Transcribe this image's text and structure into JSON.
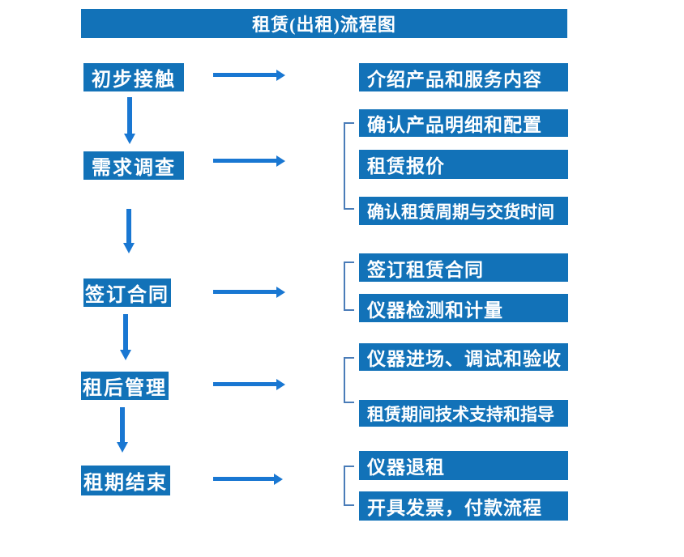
{
  "colors": {
    "primary": "#1272B8",
    "arrow": "#1977D2",
    "bracket": "#4A7CB8",
    "textOnPrimary": "#FFFFFF",
    "background": "#FFFFFF"
  },
  "title": "租赁(出租)流程图",
  "stages": [
    {
      "label": "初步接触",
      "details": [
        "介绍产品和服务内容"
      ]
    },
    {
      "label": "需求调查",
      "details": [
        "确认产品明细和配置",
        "租赁报价",
        "确认租赁周期与交货时间"
      ]
    },
    {
      "label": "签订合同",
      "details": [
        "签订租赁合同",
        "仪器检测和计量"
      ]
    },
    {
      "label": "租后管理",
      "details": [
        "仪器进场、调试和验收",
        "租赁期间技术支持和指导"
      ]
    },
    {
      "label": "租期结束",
      "details": [
        "仪器退租",
        "开具发票，付款流程"
      ]
    }
  ]
}
